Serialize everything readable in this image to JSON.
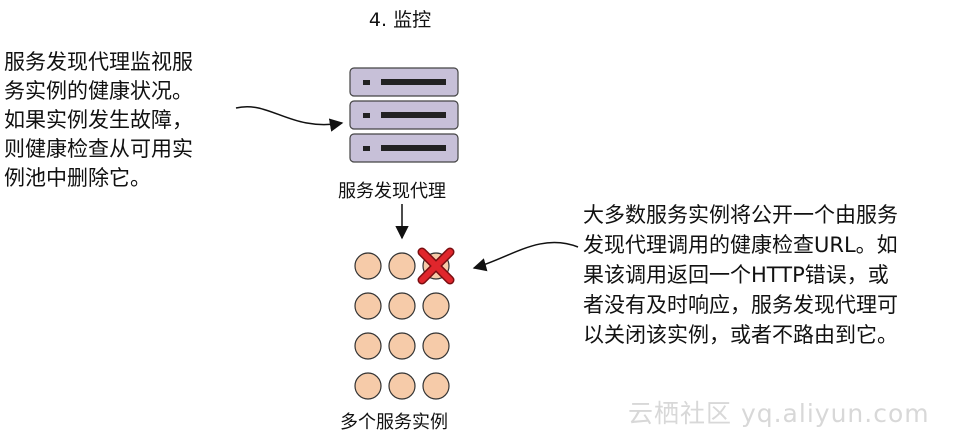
{
  "title": "4. 监控",
  "left_note": "服务发现代理监视服\n务实例的健康状况。\n如果实例发生故障，\n则健康检查从可用实\n例池中删除它。",
  "server_label": "服务发现代理",
  "pool_label": "多个服务实例",
  "right_note": "大多数服务实例将公开一个由服务\n发现代理调用的健康检查URL。如\n果该调用返回一个HTTP错误，或\n者没有及时响应，服务发现代理可\n以关闭该实例，或者不路由到它。",
  "watermark": "云栖社区 yq.aliyun.com",
  "colors": {
    "server_fill": "#c7c0d8",
    "server_stroke": "#444444",
    "instance_fill": "#f6cba9",
    "instance_stroke": "#333333",
    "fail_mark": "#e0262c"
  },
  "icons": {
    "server": "server-stack-icon",
    "instance": "circle-instance-icon",
    "failed": "red-x-icon"
  },
  "instances": {
    "rows": 4,
    "cols": 3,
    "failed": [
      {
        "row": 0,
        "col": 2
      }
    ]
  }
}
